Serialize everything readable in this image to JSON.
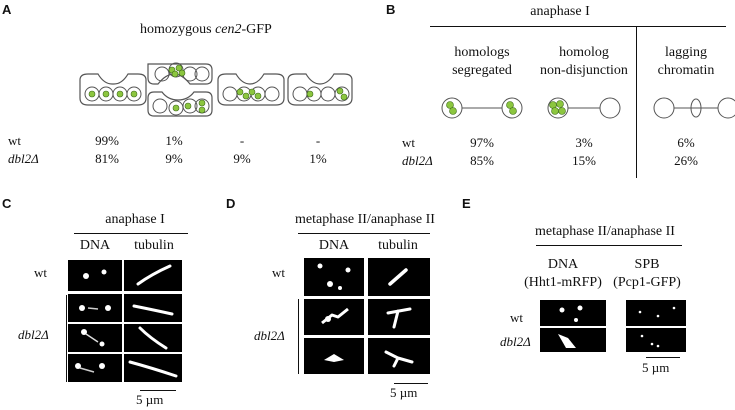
{
  "panel_a": {
    "letter": "A",
    "title_prefix": "homozygous ",
    "title_gene": "cen2",
    "title_suffix": "-GFP",
    "rows": [
      {
        "label": "wt",
        "values": [
          "99%",
          "1%",
          "-",
          "-"
        ]
      },
      {
        "label": "dbl2Δ",
        "values": [
          "81%",
          "9%",
          "9%",
          "1%"
        ]
      }
    ]
  },
  "panel_b": {
    "letter": "B",
    "header": "anaphase I",
    "col1_l1": "homologs",
    "col1_l2": "segregated",
    "col2_l1": "homolog",
    "col2_l2": "non-disjunction",
    "col3_l1": "lagging",
    "col3_l2": "chromatin",
    "rows": [
      {
        "label": "wt",
        "values": [
          "97%",
          "3%",
          "6%"
        ]
      },
      {
        "label": "dbl2Δ",
        "values": [
          "85%",
          "15%",
          "26%"
        ]
      }
    ]
  },
  "panel_c": {
    "letter": "C",
    "header": "anaphase I",
    "col1": "DNA",
    "col2": "tubulin",
    "row_wt": "wt",
    "row_mut": "dbl2Δ",
    "scale": "5 µm"
  },
  "panel_d": {
    "letter": "D",
    "header": "metaphase II/anaphase II",
    "col1": "DNA",
    "col2": "tubulin",
    "row_wt": "wt",
    "row_mut": "dbl2Δ",
    "scale": "5 µm"
  },
  "panel_e": {
    "letter": "E",
    "header": "metaphase II/anaphase II",
    "col1_l1": "DNA",
    "col1_l2": "(Hht1-mRFP)",
    "col2_l1": "SPB",
    "col2_l2": "(Pcp1-GFP)",
    "row_wt": "wt",
    "row_mut": "dbl2Δ",
    "scale": "5 µm"
  },
  "colors": {
    "gfp_green": "#8cc63f",
    "outline": "#555555",
    "background": "#ffffff"
  }
}
